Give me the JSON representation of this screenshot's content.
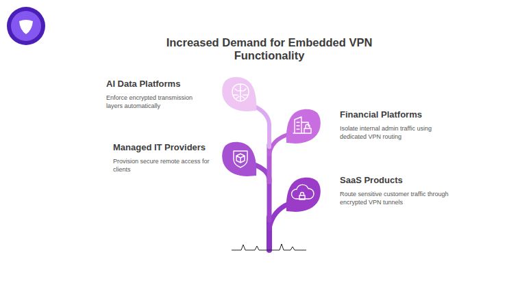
{
  "diagram": {
    "title": "Increased Demand for Embedded VPN Functionality",
    "nodes": [
      {
        "text": [
          "AI Data Platforms",
          "Enforce encrypted transmission layers automatically"
        ]
      },
      {
        "text": [
          "Financial Platforms",
          "Isolate internal admin traffic using dedicated VPN routing"
        ]
      },
      {
        "text": [
          "Managed IT Providers",
          "Provision secure remote access for clients"
        ]
      },
      {
        "text": [
          "SaaS Products",
          "Route sensitive customer traffic through encrypted VPN tunnels"
        ]
      }
    ]
  }
}
